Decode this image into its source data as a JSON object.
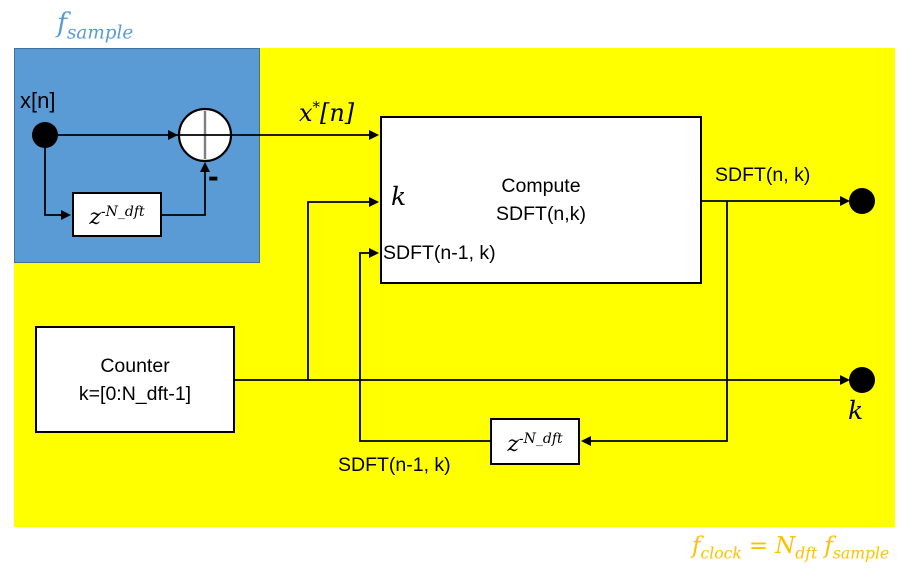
{
  "colors": {
    "canvas_yellow": "#FFFF00",
    "panel_blue": "#5B9BD5",
    "panel_blue_border": "#41719C",
    "accent_blue_text": "#5B9BD5",
    "accent_orange_text": "#FFC000",
    "wire_black": "#000000",
    "box_fill": "#FFFFFF",
    "divider_gray": "#7F7F7F"
  },
  "labels": {
    "f_sample": {
      "base": "f",
      "sub": "sample"
    },
    "x_input": "x[n]",
    "x_conjugate": {
      "base": "x",
      "sup": "*",
      "rest": "[n]"
    },
    "minus_sign": "-",
    "k_port": "k",
    "sdft_prev_port": "SDFT(n-1, k)",
    "sdft_output": "SDFT(n, k)",
    "sdft_prev_wire": "SDFT(n-1, k)",
    "k_output": "k",
    "clock_equation": {
      "t1": "f",
      "s1": "clock",
      "eq": "=",
      "t2": "N",
      "s2": "dft",
      "t3": "f",
      "s3": "sample"
    }
  },
  "blocks": {
    "compute": {
      "line1": "Compute",
      "line2": "SDFT(n,k)"
    },
    "counter": {
      "line1": "Counter",
      "line2": "k=[0:N_dft-1]"
    },
    "delay_top": {
      "base": "z",
      "exp": "-N_dft"
    },
    "delay_bottom": {
      "base": "z",
      "exp": "-N_dft"
    }
  }
}
